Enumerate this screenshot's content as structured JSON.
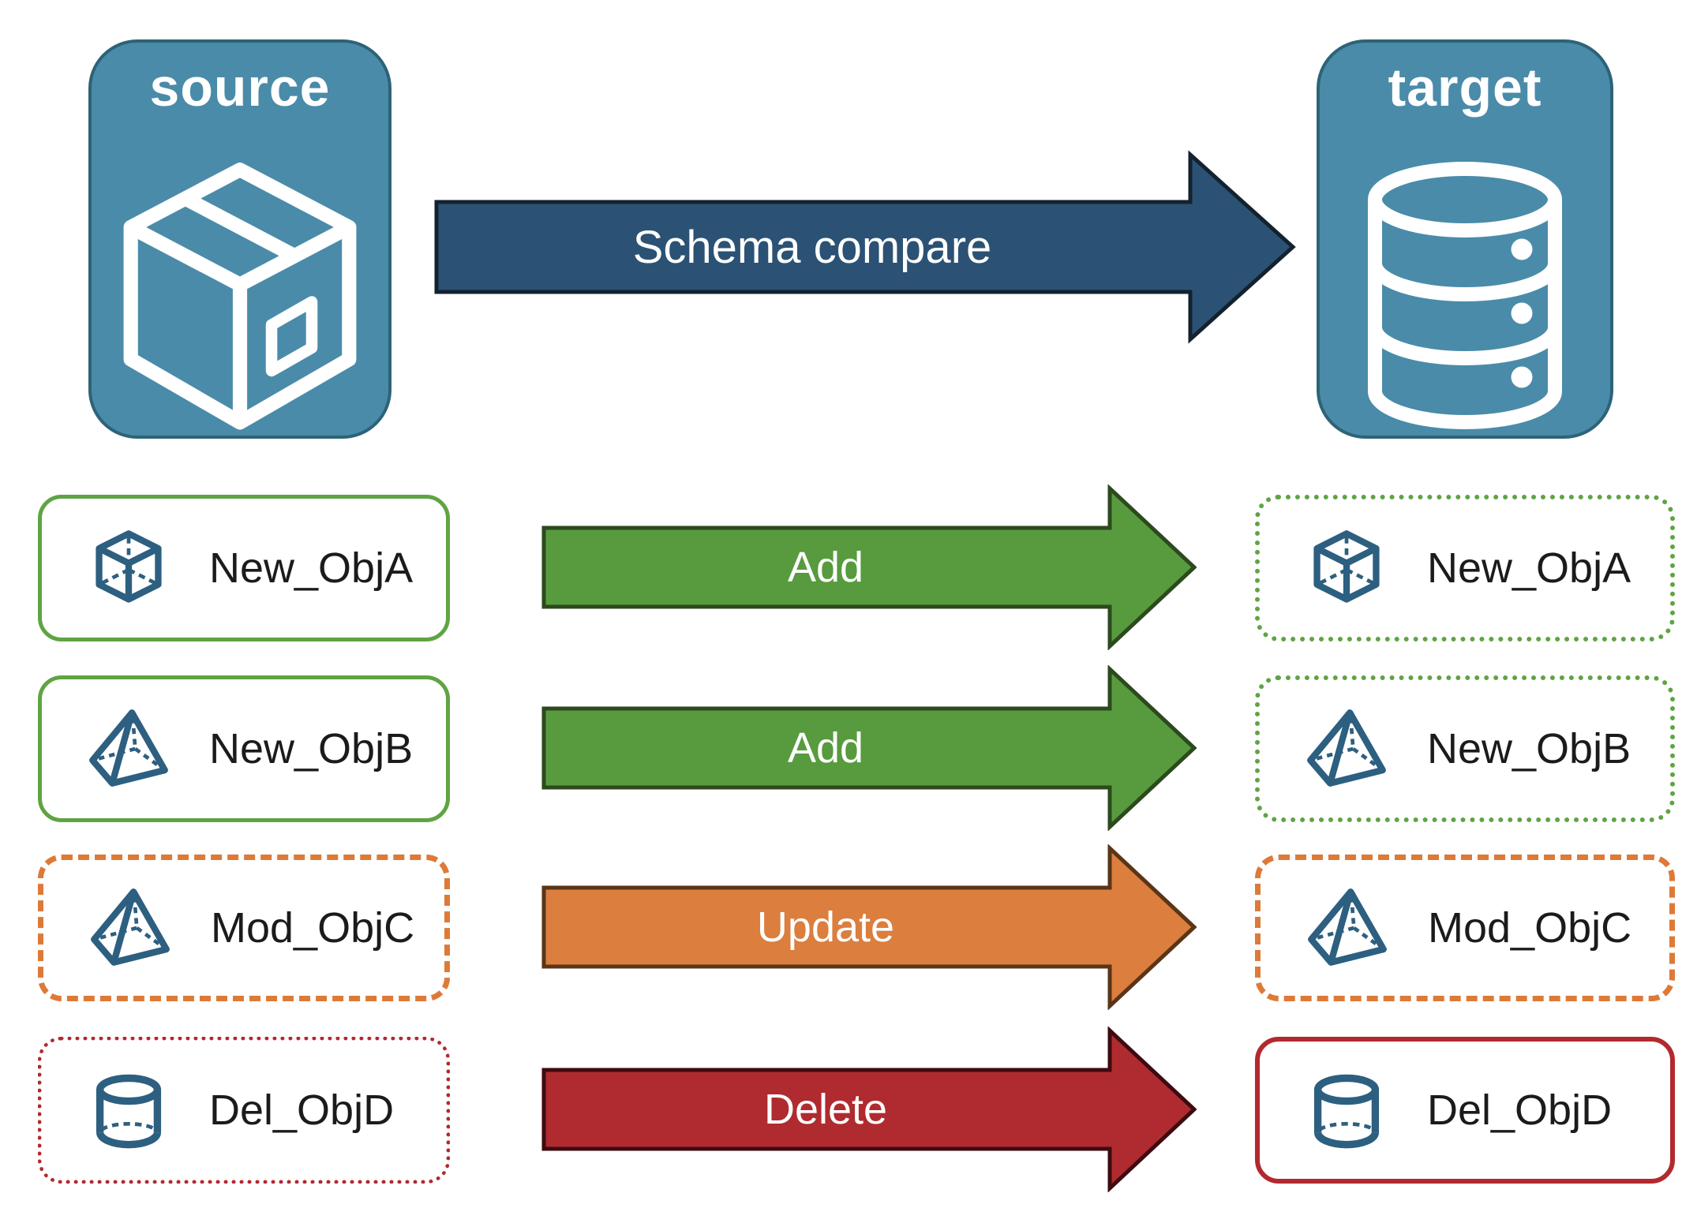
{
  "diagram": {
    "source": {
      "title": "source",
      "icon": "package-box"
    },
    "target": {
      "title": "target",
      "icon": "database-stack"
    },
    "compare_arrow": {
      "label": "Schema compare",
      "direction": "source-to-target"
    }
  },
  "rows": [
    {
      "source_label": "New_ObjA",
      "action": "Add",
      "target_label": "New_ObjA",
      "icon": "cube",
      "source_border_style": "solid-green",
      "target_border_style": "dotted-green"
    },
    {
      "source_label": "New_ObjB",
      "action": "Add",
      "target_label": "New_ObjB",
      "icon": "pyramid",
      "source_border_style": "solid-green",
      "target_border_style": "dotted-green"
    },
    {
      "source_label": "Mod_ObjC",
      "action": "Update",
      "target_label": "Mod_ObjC",
      "icon": "pyramid",
      "source_border_style": "dashed-orange",
      "target_border_style": "dashed-orange"
    },
    {
      "source_label": "Del_ObjD",
      "action": "Delete",
      "target_label": "Del_ObjD",
      "icon": "cylinder",
      "source_border_style": "dotted-red",
      "target_border_style": "solid-red"
    }
  ],
  "colors": {
    "node-fill": "#4A8BA9",
    "node-border": "#2D6377",
    "compare-fill": "#2B5274",
    "compare-border": "#13222E",
    "add-fill": "#579B3E",
    "add-border": "#2C4A1D",
    "update-fill": "#DB7E3E",
    "update-border": "#5A3517",
    "delete-fill": "#AF2B2F",
    "delete-border": "#3E0B10",
    "green-border": "#5FA443",
    "orange-border": "#DD7A38",
    "red-border": "#B2292E",
    "icon-stroke": "#2D5F80",
    "label-text": "#1B1B1B",
    "arrow-text": "#FFFFFF"
  }
}
